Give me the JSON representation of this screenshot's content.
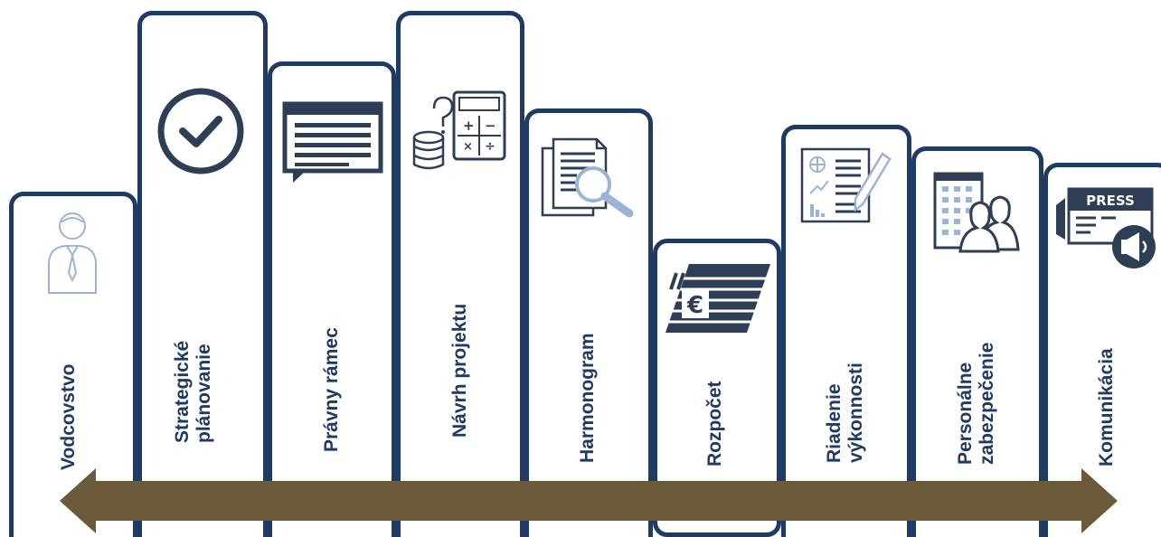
{
  "colors": {
    "card_border": "#1f3a64",
    "label": "#1f3a64",
    "icon_dark": "#2d3e55",
    "icon_light": "#9bb4d6",
    "arrow": "#6b5a3a"
  },
  "columns": [
    {
      "id": "leadership",
      "label_lines": [
        "Vodcovstvo"
      ],
      "icon": "person-tie-icon"
    },
    {
      "id": "strategic",
      "label_lines": [
        "Strategické",
        "plánovanie"
      ],
      "icon": "checkmark-circle-icon"
    },
    {
      "id": "legal",
      "label_lines": [
        "Právny rámec"
      ],
      "icon": "document-speech-icon"
    },
    {
      "id": "design",
      "label_lines": [
        "Návrh projektu"
      ],
      "icon": "calculator-coins-icon"
    },
    {
      "id": "schedule",
      "label_lines": [
        "Harmonogram"
      ],
      "icon": "document-magnifier-icon"
    },
    {
      "id": "budget",
      "label_lines": [
        "Rozpočet"
      ],
      "icon": "euro-banknotes-icon"
    },
    {
      "id": "performance",
      "label_lines": [
        "Riadenie",
        "výkonnosti"
      ],
      "icon": "report-pen-icon"
    },
    {
      "id": "staffing",
      "label_lines": [
        "Personálne",
        "zabezpečenie"
      ],
      "icon": "building-people-icon"
    },
    {
      "id": "communication",
      "label_lines": [
        "Komunikácia"
      ],
      "icon": "press-megaphone-icon"
    }
  ],
  "icon_texts": {
    "press": "PRESS",
    "euro": "€"
  }
}
